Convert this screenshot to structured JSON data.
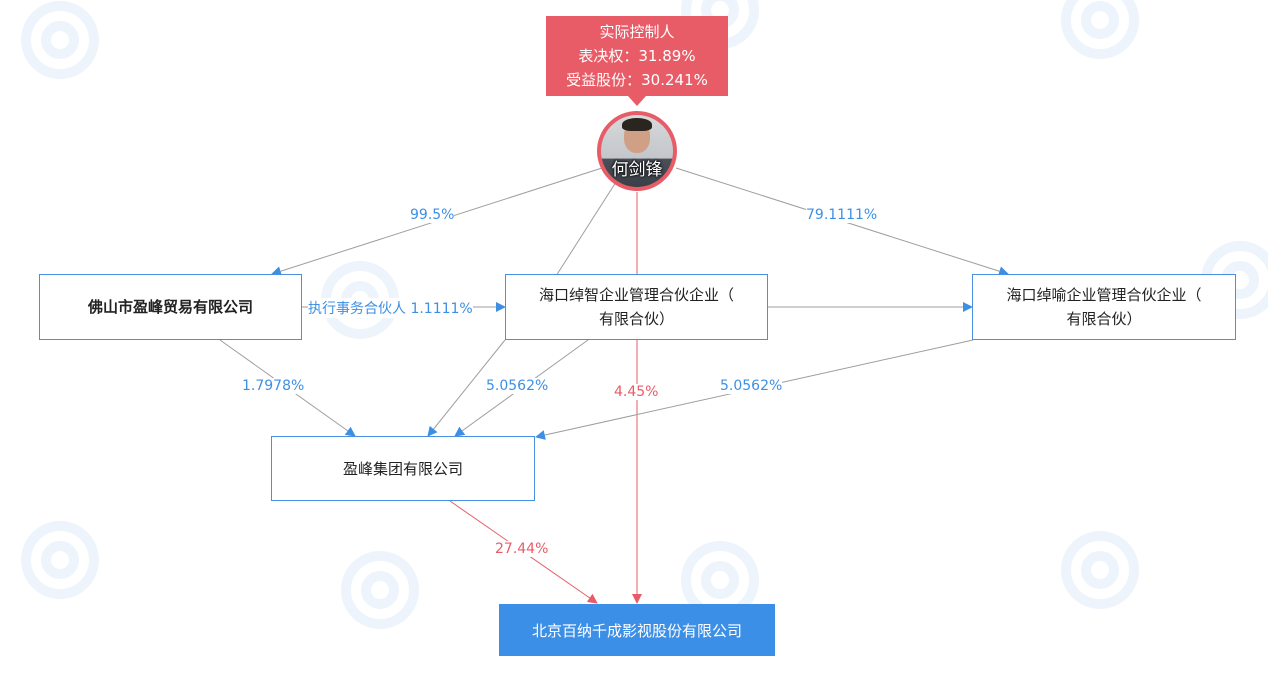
{
  "controller": {
    "title": "实际控制人",
    "voting_rights": "表决权：31.89%",
    "beneficial_shares": "受益股份：30.241%"
  },
  "person": {
    "name": "何剑锋"
  },
  "nodes": {
    "foshan": "佛山市盈峰贸易有限公司",
    "zhizhi": {
      "line1": "海口绰智企业管理合伙企业（",
      "line2": "有限合伙）"
    },
    "zhuyu": {
      "line1": "海口绰喻企业管理合伙企业（",
      "line2": "有限合伙）"
    },
    "yingfeng": "盈峰集团有限公司",
    "target": "北京百纳千成影视股份有限公司"
  },
  "edges": {
    "person_foshan": "99.5%",
    "person_zhuyu": "79.1111%",
    "foshan_zhizhi": "执行事务合伙人 1.1111%",
    "foshan_yingfeng": "1.7978%",
    "zhizhi_yingfeng": "5.0562%",
    "person_target": "4.45%",
    "zhuyu_yingfeng": "5.0562%",
    "yingfeng_target": "27.44%"
  },
  "colors": {
    "blue": "#3d8fe6",
    "red": "#e85c67",
    "edge_gray": "#9e9e9e"
  }
}
